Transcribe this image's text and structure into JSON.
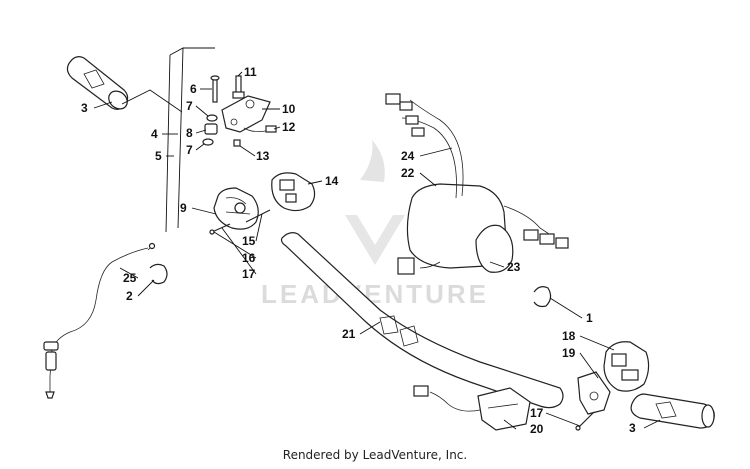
{
  "credit": "Rendered by LeadVenture, Inc.",
  "watermark": {
    "text": "LEADVENTURE",
    "color": "#d8d8d8"
  },
  "callouts": [
    {
      "id": "c1",
      "label": "1"
    },
    {
      "id": "c2",
      "label": "2"
    },
    {
      "id": "c3a",
      "label": "3"
    },
    {
      "id": "c3b",
      "label": "3"
    },
    {
      "id": "c4",
      "label": "4"
    },
    {
      "id": "c5",
      "label": "5"
    },
    {
      "id": "c6",
      "label": "6"
    },
    {
      "id": "c7a",
      "label": "7"
    },
    {
      "id": "c7b",
      "label": "7"
    },
    {
      "id": "c8",
      "label": "8"
    },
    {
      "id": "c9",
      "label": "9"
    },
    {
      "id": "c10",
      "label": "10"
    },
    {
      "id": "c11",
      "label": "11"
    },
    {
      "id": "c12",
      "label": "12"
    },
    {
      "id": "c13",
      "label": "13"
    },
    {
      "id": "c14",
      "label": "14"
    },
    {
      "id": "c15",
      "label": "15"
    },
    {
      "id": "c16",
      "label": "16"
    },
    {
      "id": "c17a",
      "label": "17"
    },
    {
      "id": "c17b",
      "label": "17"
    },
    {
      "id": "c18",
      "label": "18"
    },
    {
      "id": "c19",
      "label": "19"
    },
    {
      "id": "c20",
      "label": "20"
    },
    {
      "id": "c21",
      "label": "21"
    },
    {
      "id": "c22",
      "label": "22"
    },
    {
      "id": "c23",
      "label": "23"
    },
    {
      "id": "c24",
      "label": "24"
    },
    {
      "id": "c25",
      "label": "25"
    }
  ]
}
